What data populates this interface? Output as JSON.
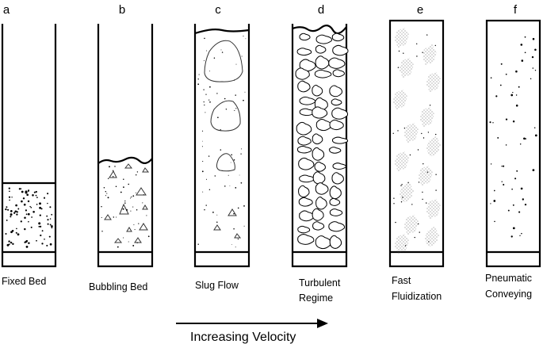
{
  "panels": [
    {
      "letter": "a",
      "caption_lines": [
        "Fixed Bed"
      ]
    },
    {
      "letter": "b",
      "caption_lines": [
        "Bubbling Bed"
      ]
    },
    {
      "letter": "c",
      "caption_lines": [
        "Slug Flow"
      ]
    },
    {
      "letter": "d",
      "caption_lines": [
        "Turbulent",
        "Regime"
      ]
    },
    {
      "letter": "e",
      "caption_lines": [
        "Fast",
        "Fluidization"
      ]
    },
    {
      "letter": "f",
      "caption_lines": [
        "Pneumatic",
        "Conveying"
      ]
    }
  ],
  "arrow_label": "Increasing Velocity"
}
